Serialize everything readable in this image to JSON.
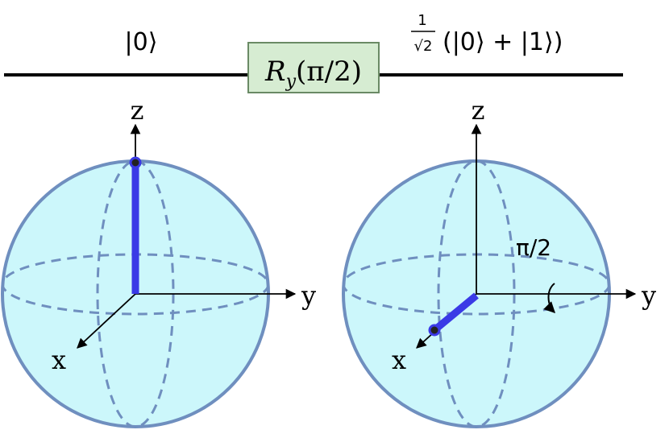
{
  "circuit": {
    "input_state": "|0⟩",
    "gate": {
      "symbol": "R",
      "subscript": "y",
      "argument": "(π/2)"
    },
    "output_state": {
      "fraction_numerator": "1",
      "fraction_denominator": "√2",
      "expression": "(|0⟩ + |1⟩)"
    }
  },
  "spheres": [
    {
      "axes": {
        "x": "x",
        "y": "y",
        "z": "z"
      }
    },
    {
      "axes": {
        "x": "x",
        "y": "y",
        "z": "z"
      },
      "rotation_label": "π/2"
    }
  ],
  "colors": {
    "sphere_fill": "#ccf7fb",
    "sphere_stroke": "#6f8fbf",
    "gate_fill": "#d6ecd2",
    "gate_stroke": "#6a8a65",
    "state_vector": "#3a3ae6",
    "wire": "#000000"
  }
}
